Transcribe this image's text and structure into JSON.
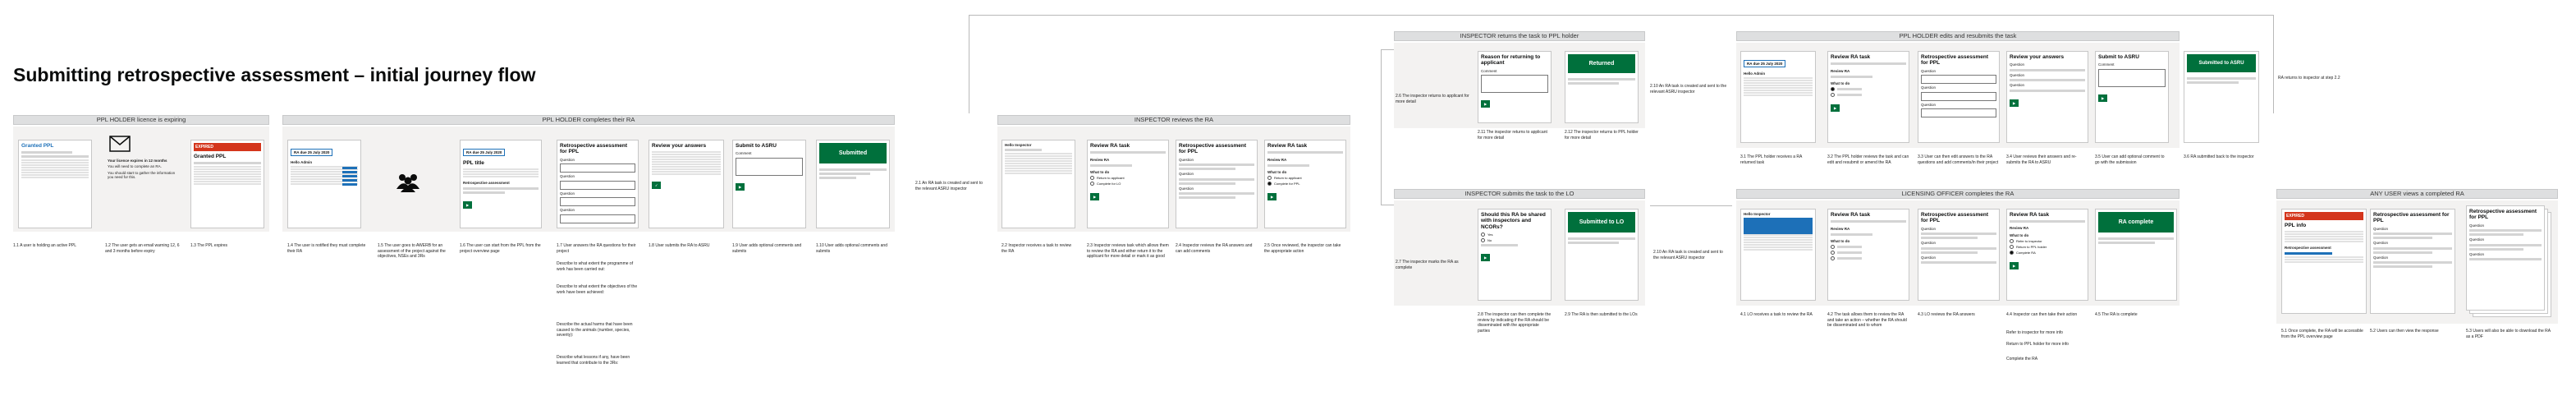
{
  "title": "Submitting retrospective assessment – initial journey flow",
  "stages": {
    "licence": "PPL HOLDER licence is expiring",
    "holder": "PPL HOLDER completes their RA",
    "inspector": "INSPECTOR reviews the RA",
    "returns": "INSPECTOR returns the task to PPL holder",
    "edits": "PPL HOLDER edits and resubmits the task",
    "lo_submit": "INSPECTOR submits the task to the LO",
    "lo": "LICENSING OFFICER completes the RA",
    "viewer": "ANY USER views a completed RA"
  },
  "screens": {
    "active_ppl": "Granted PPL",
    "notice_text": "Your licence expires in 12 months",
    "notice_line1": "You will need to complete an RA.",
    "notice_line2": "You should start to gather the information you need for this.",
    "expired": "EXPIRED",
    "expired_ppl": "Granted PPL",
    "hello_admin": "Hello Admin",
    "ra_due": "RA due 25 July 2020",
    "ra_due_tag": "Due",
    "ppl_title": "PPL title",
    "retro_assessment": "Retrospective assessment",
    "ra_form_title": "Retrospective assessment for PPL",
    "question": "Question",
    "form_h1": "Describe to what extent the programme of work has been carried out:",
    "form_h2": "Describe to what extent the objectives of the work have been achieved:",
    "form_h3": "Describe the actual harms that have been caused to the animals (number, species, severity):",
    "form_h4": "Describe what lessons if any, have been learned that contribute to the 3Rs:",
    "review_answers": "Review your answers",
    "submit_asru": "Submit to ASRU",
    "comment": "Comment",
    "submitted": "Submitted",
    "hello_inspector": "Hello Inspector",
    "review_ra_task": "Review RA task",
    "review_ra": "Review RA",
    "what_to_do": "What to do",
    "return_to_applicant": "Return to applicant",
    "complete_for_lo": "Complete for LO",
    "complete_for_ppl": "Complete for PPL",
    "reason_returning": "Reason for returning to applicant",
    "returned": "Returned",
    "should_share": "Should this RA be shared with inspectors and NCORs?",
    "yes": "Yes",
    "no": "No",
    "submitted_lo": "Submitted to LO",
    "edit_ra_task": "Review RA task",
    "submitted_asru": "Submitted to ASRU",
    "hello_inspector2": "Hello Inspector",
    "ra_complete": "RA complete",
    "complete_ra": "Complete RA",
    "refer_back_inspector": "Refer to inspector",
    "return_to_ppl": "Return to PPL holder",
    "ppl_info": "PPL info",
    "ra_viewer_title": "Retrospective assessment for PPL",
    "expired_viewer": "EXPIRED",
    "ra_note": "Retrospective assessment"
  },
  "captions": {
    "c1_1": "1.1 A user is holding an active PPL",
    "c1_2": "1.2 The user gets an email warning 12, 6 and 3 months before expiry",
    "c1_3": "1.3 The PPL expires",
    "c1_4": "1.4 The user is notified they must complete their RA",
    "c1_5": "1.5 The user goes to AWERB for an assessment of the project against the objectives, NSEs and 3Rs",
    "c1_6": "1.6 The user can start from the PPL from the project overview page",
    "c1_7": "1.7 User answers the RA questions for their project",
    "c1_8": "1.8 User submits the RA to ASRU",
    "c1_9": "1.9 User adds optional comments and submits",
    "c1_10": "1.10 User adds optional comments and submits",
    "c2_1": "2.1 An RA task is created and sent to the relevant ASRU inspector",
    "c2_2": "2.2 Inspector receives a task to review the RA",
    "c2_3": "2.3 Inspector reviews task which allows them to review the RA and either return it to the applicant for more detail or mark it as good",
    "c2_4": "2.4 Inspector reviews the RA answers and can add comments",
    "c2_5": "2.5 Once reviewed, the inspector can take the appropriate action",
    "c2_6": "2.6 The inspector returns to applicant for more detail",
    "c2_7": "2.7 The inspector marks the RA as complete",
    "c2_8": "2.8 The inspector can then complete the review by indicating if the RA should be disseminated with the appropriate parties",
    "c2_9": "2.9 The RA is then submitted to the LOs",
    "c2_10": "2.10 An RA task is created and sent to the relevant ASRU inspector",
    "c2_11": "2.11 The inspector returns to applicant for more detail",
    "c2_12": "2.12 The inspector returns to PPL holder for more detail",
    "c3_1": "3.1 The PPL holder receives a RA returned task",
    "c3_2": "3.2 The PPL holder reviews the task and can edit and resubmit or amend the RA",
    "c3_3": "3.3 User can then edit answers to the RA questions and add comments/in their project",
    "c3_4": "3.4 User reviews their answers and re-submits the RA to ASRU",
    "c3_5": "3.5 User can add optional comment to go with the submission",
    "c3_6": "3.6 RA submitted back to the inspector",
    "c3_7": "RA returns to inspector at step 2.2",
    "c4_1": "4.1 LO receives a task to review the RA",
    "c4_2": "4.2 The task allows them to review the RA and take an action – whether the RA should be disseminated and to whom",
    "c4_3": "4.3 LO reviews the RA answers",
    "c4_4": "4.4 Inspector can then take their action",
    "c4_4a": "Refer to inspector for more info",
    "c4_4b": "Return to PPL holder for more info",
    "c4_4c": "Complete the RA",
    "c4_5": "4.5 The RA is complete",
    "c5_1": "5.1 Once complete, the RA will be accessible from the PPL overview page",
    "c5_2": "5.2 Users can then view the response",
    "c5_3": "5.3 Users will also be able to download the RA as a PDF"
  }
}
